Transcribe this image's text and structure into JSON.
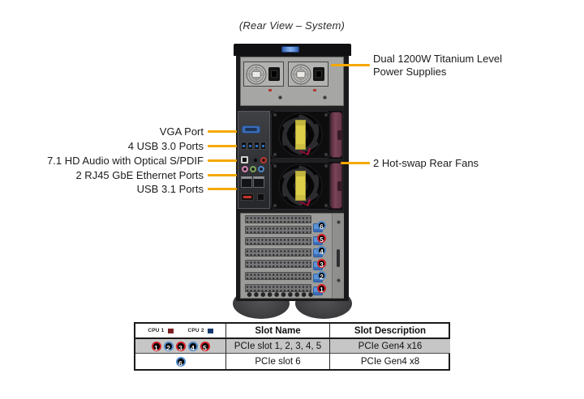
{
  "title": "(Rear View – System)",
  "colors": {
    "callout_line": "#F5A800",
    "cpu1_legend": "#7D2023",
    "cpu2_legend": "#16386E",
    "badge_red_ring": "#D22027",
    "badge_blue_ring": "#4E87C7",
    "fan_handle": "#6E3C4B",
    "fan_label": "#DDCF49",
    "chassis": "#19191B",
    "pcie_panel": "#9B9B99"
  },
  "callouts_left": [
    {
      "label": "VGA Port"
    },
    {
      "label": "4 USB 3.0 Ports"
    },
    {
      "label": "7.1 HD Audio with Optical S/PDIF"
    },
    {
      "label": "2 RJ45 GbE Ethernet Ports"
    },
    {
      "label": "USB 3.1 Ports"
    }
  ],
  "callouts_right": {
    "psu": {
      "line1": "Dual 1200W Titanium Level",
      "line2": "Power Supplies"
    },
    "fans": {
      "label": "2 Hot-swap Rear Fans"
    }
  },
  "tower": {
    "badges": [
      {
        "n": "6",
        "ring": "blue"
      },
      {
        "n": "5",
        "ring": "red"
      },
      {
        "n": "4",
        "ring": "blue"
      },
      {
        "n": "3",
        "ring": "red"
      },
      {
        "n": "2",
        "ring": "blue"
      },
      {
        "n": "1",
        "ring": "red"
      }
    ]
  },
  "table": {
    "legend": [
      {
        "label": "CPU 1",
        "color": "#7D2023"
      },
      {
        "label": "CPU 2",
        "color": "#16386E"
      }
    ],
    "headers": {
      "slot_name": "Slot Name",
      "slot_description": "Slot Description"
    },
    "rows": [
      {
        "badges": [
          {
            "n": "1",
            "ring": "red"
          },
          {
            "n": "2",
            "ring": "blue"
          },
          {
            "n": "3",
            "ring": "red"
          },
          {
            "n": "4",
            "ring": "blue"
          },
          {
            "n": "5",
            "ring": "red"
          }
        ],
        "slot_name": "PCIe slot 1, 2, 3, 4, 5",
        "slot_description": "PCIe Gen4 x16"
      },
      {
        "badges": [
          {
            "n": "6",
            "ring": "blue"
          }
        ],
        "slot_name": "PCIe slot 6",
        "slot_description": "PCIe Gen4 x8"
      }
    ]
  }
}
